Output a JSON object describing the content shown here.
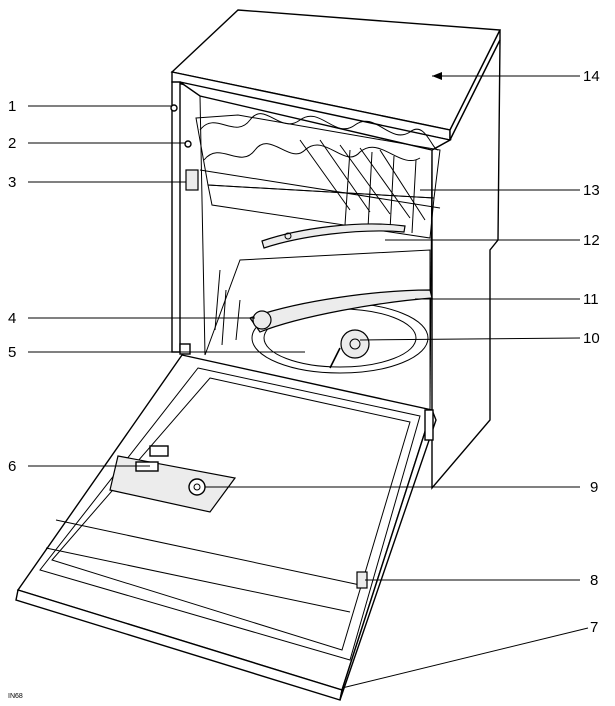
{
  "callouts": [
    {
      "id": "1",
      "label": "1"
    },
    {
      "id": "2",
      "label": "2"
    },
    {
      "id": "3",
      "label": "3"
    },
    {
      "id": "4",
      "label": "4"
    },
    {
      "id": "5",
      "label": "5"
    },
    {
      "id": "6",
      "label": "6"
    },
    {
      "id": "7",
      "label": "7"
    },
    {
      "id": "8",
      "label": "8"
    },
    {
      "id": "9",
      "label": "9"
    },
    {
      "id": "10",
      "label": "10"
    },
    {
      "id": "11",
      "label": "11"
    },
    {
      "id": "12",
      "label": "12"
    },
    {
      "id": "13",
      "label": "13"
    },
    {
      "id": "14",
      "label": "14"
    }
  ],
  "figure_code": "IN68"
}
